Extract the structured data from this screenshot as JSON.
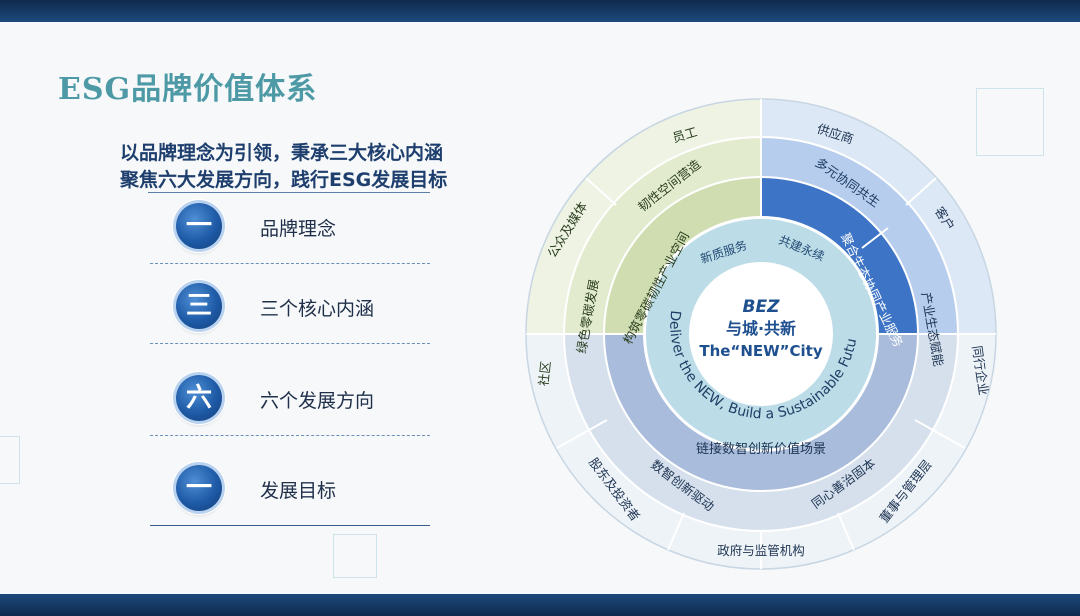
{
  "slide": {
    "title": "ESG品牌价值体系",
    "subtitle_line1": "以品牌理念为引领，秉承三大核心内涵",
    "subtitle_line2": "聚焦六大发展方向，践行ESG发展目标"
  },
  "items": [
    {
      "badge": "一",
      "label": "品牌理念"
    },
    {
      "badge": "三",
      "label": "三个核心内涵"
    },
    {
      "badge": "六",
      "label": "六个发展方向"
    },
    {
      "badge": "一",
      "label": "发展目标"
    }
  ],
  "wheel": {
    "center_line1": "BEZ",
    "center_line2": "与城·共新",
    "center_line3": "The“NEW”City",
    "slogan": "Deliver the NEW, Build a Sustainable Future",
    "core": [
      "新质服务",
      "共建永续"
    ],
    "directions": [
      "构筑零碳韧性产业空间",
      "韧性空间营造",
      "聚合生态协同产业服务",
      "多元协同共生",
      "链接数智创新价值场景",
      "绿色零碳发展",
      "数智创新驱动",
      "同心善治固本",
      "产业生态赋能"
    ],
    "stakeholders": [
      "员工",
      "公众及媒体",
      "社区",
      "股东及投资者",
      "政府与监管机构",
      "董事与管理层",
      "同行企业",
      "客户",
      "供应商"
    ],
    "colors": {
      "green": "#cfddb0",
      "blue": "#3d74c6",
      "slate": "#a9bcdc",
      "outer": "#f0f5f7"
    }
  }
}
